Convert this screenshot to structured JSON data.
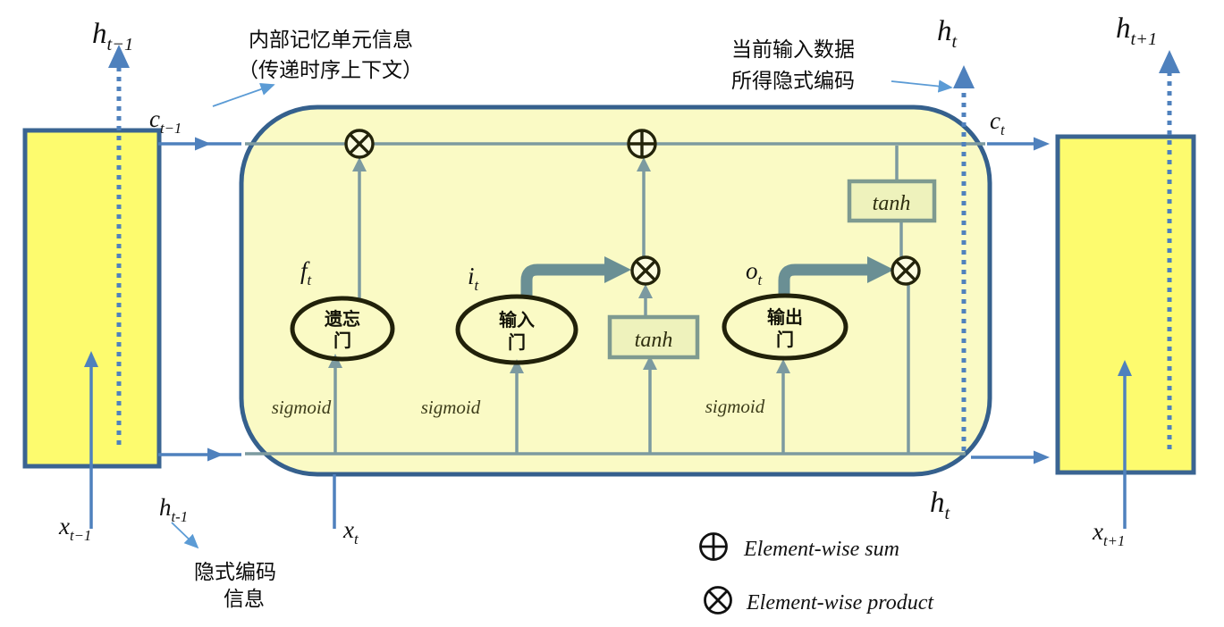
{
  "title": "LSTM cell structure diagram",
  "colors": {
    "block_fill": "#FDFB6E",
    "block_stroke": "#3A6492",
    "cell_fill": "#FAFAC5",
    "cell_stroke": "#35608D",
    "arrow_blue": "#4F81BD",
    "annot_blue": "#5B9BD5",
    "inner_teal": "#7C9AA0",
    "thick_teal": "#6A8F94",
    "tanh_fill": "#EEF2BC",
    "tanh_stroke": "#7E9A90",
    "gate_stroke": "#21210A",
    "node_stroke": "#23230A",
    "node_fill": "#FCFCE0",
    "legend_black": "#111111"
  },
  "labels": {
    "h_prev_top": {
      "base": "h",
      "sub": "t−1"
    },
    "c_prev": {
      "base": "c",
      "sub": "t−1"
    },
    "h_t_top": {
      "base": "h",
      "sub": "t"
    },
    "c_t": {
      "base": "c",
      "sub": "t"
    },
    "h_next_top": {
      "base": "h",
      "sub": "t+1"
    },
    "x_prev": {
      "base": "x",
      "sub": "t−1"
    },
    "x_t": {
      "base": "x",
      "sub": "t"
    },
    "x_next": {
      "base": "x",
      "sub": "t+1"
    },
    "h_prev_bottom": {
      "base": "h",
      "sub": "t-1"
    },
    "h_t_bottom": {
      "base": "h",
      "sub": "t"
    },
    "f_t": {
      "base": "f",
      "sub": "t"
    },
    "i_t": {
      "base": "i",
      "sub": "t"
    },
    "o_t": {
      "base": "o",
      "sub": "t"
    }
  },
  "gates": {
    "forget": {
      "line1": "遗忘",
      "line2": "门"
    },
    "input": {
      "line1": "输入",
      "line2": "门"
    },
    "output": {
      "line1": "输出",
      "line2": "门"
    }
  },
  "activations": {
    "sigmoid": "sigmoid",
    "tanh": "tanh"
  },
  "annotations": {
    "memory_line1": "内部记忆单元信息",
    "memory_line2": "（传递时序上下文）",
    "current_line1": "当前输入数据",
    "current_line2": "所得隐式编码",
    "hidden_line1": "隐式编码",
    "hidden_line2": "信息"
  },
  "legend": {
    "sum": "Element-wise sum",
    "product": "Element-wise product"
  }
}
